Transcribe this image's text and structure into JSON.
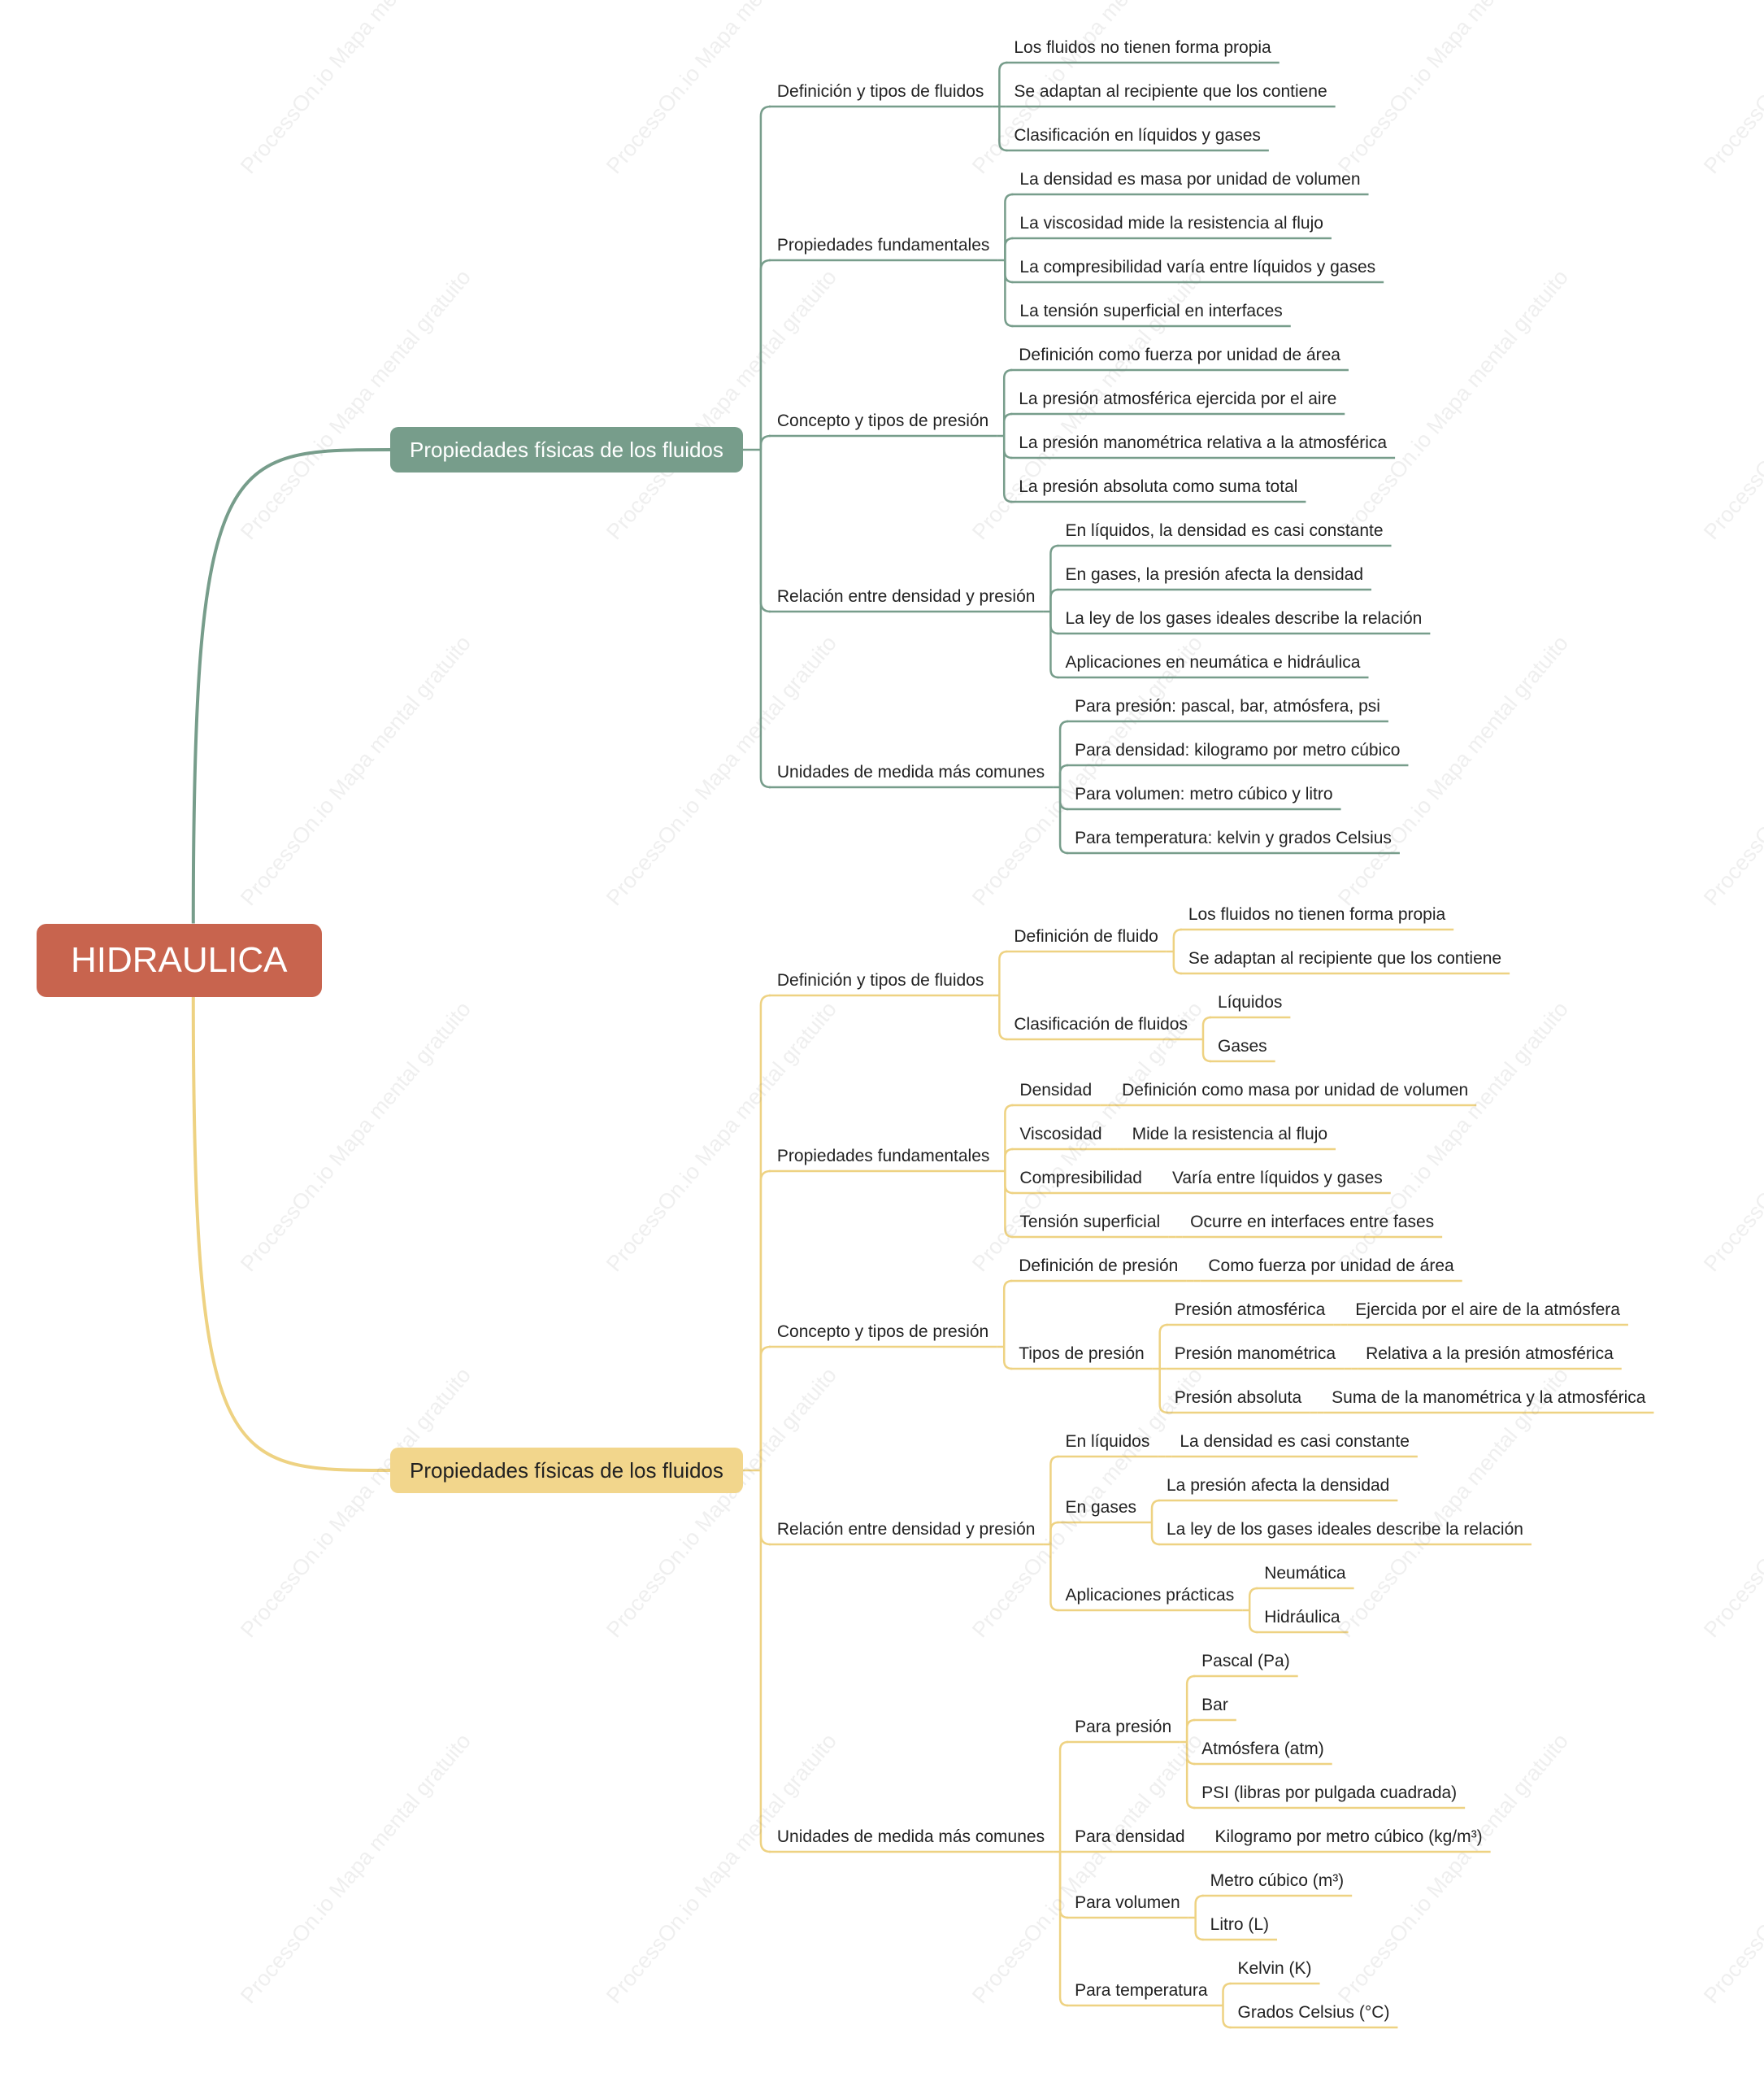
{
  "root": {
    "label": "HIDRAULICA",
    "color": "#c8644e"
  },
  "watermark": "ProcessOn.io Mapa mental gratuito",
  "branches": [
    {
      "label": "Propiedades físicas de los fluidos",
      "color": "#779d8b",
      "text_color": "#ffffff",
      "children": [
        {
          "label": "Definición y tipos de fluidos",
          "children": [
            {
              "label": "Los fluidos no tienen forma propia"
            },
            {
              "label": "Se adaptan al recipiente que los contiene"
            },
            {
              "label": "Clasificación en líquidos y gases"
            }
          ]
        },
        {
          "label": "Propiedades fundamentales",
          "children": [
            {
              "label": "La densidad es masa por unidad de volumen"
            },
            {
              "label": "La viscosidad mide la resistencia al flujo"
            },
            {
              "label": "La compresibilidad varía entre líquidos y gases"
            },
            {
              "label": "La tensión superficial en interfaces"
            }
          ]
        },
        {
          "label": "Concepto y tipos de presión",
          "children": [
            {
              "label": "Definición como fuerza por unidad de área"
            },
            {
              "label": "La presión atmosférica ejercida por el aire"
            },
            {
              "label": "La presión manométrica relativa a la atmosférica"
            },
            {
              "label": "La presión absoluta como suma total"
            }
          ]
        },
        {
          "label": "Relación entre densidad y presión",
          "children": [
            {
              "label": "En líquidos, la densidad es casi constante"
            },
            {
              "label": "En gases, la presión afecta la densidad"
            },
            {
              "label": "La ley de los gases ideales describe la relación"
            },
            {
              "label": "Aplicaciones en neumática e hidráulica"
            }
          ]
        },
        {
          "label": "Unidades de medida más comunes",
          "children": [
            {
              "label": "Para presión: pascal, bar, atmósfera, psi"
            },
            {
              "label": "Para densidad: kilogramo por metro cúbico"
            },
            {
              "label": "Para volumen: metro cúbico y litro"
            },
            {
              "label": "Para temperatura: kelvin y grados Celsius"
            }
          ]
        }
      ]
    },
    {
      "label": "Propiedades físicas de los fluidos",
      "color": "#f2d68c",
      "line_color": "#eed282",
      "text_color": "#222222",
      "children": [
        {
          "label": "Definición y tipos de fluidos",
          "children": [
            {
              "label": "Definición de fluido",
              "children": [
                {
                  "label": "Los fluidos no tienen forma propia"
                },
                {
                  "label": "Se adaptan al recipiente que los contiene"
                }
              ]
            },
            {
              "label": "Clasificación de fluidos",
              "children": [
                {
                  "label": "Líquidos"
                },
                {
                  "label": "Gases"
                }
              ]
            }
          ]
        },
        {
          "label": "Propiedades fundamentales",
          "children": [
            {
              "label": "Densidad",
              "children": [
                {
                  "label": "Definición como masa por unidad de volumen"
                }
              ]
            },
            {
              "label": "Viscosidad",
              "children": [
                {
                  "label": "Mide la resistencia al flujo"
                }
              ]
            },
            {
              "label": "Compresibilidad",
              "children": [
                {
                  "label": "Varía entre líquidos y gases"
                }
              ]
            },
            {
              "label": "Tensión superficial",
              "children": [
                {
                  "label": "Ocurre en interfaces entre fases"
                }
              ]
            }
          ]
        },
        {
          "label": "Concepto y tipos de presión",
          "children": [
            {
              "label": "Definición de presión",
              "children": [
                {
                  "label": "Como fuerza por unidad de área"
                }
              ]
            },
            {
              "label": "Tipos de presión",
              "children": [
                {
                  "label": "Presión atmosférica",
                  "children": [
                    {
                      "label": "Ejercida por el aire de la atmósfera"
                    }
                  ]
                },
                {
                  "label": "Presión manométrica",
                  "children": [
                    {
                      "label": "Relativa a la presión atmosférica"
                    }
                  ]
                },
                {
                  "label": "Presión absoluta",
                  "children": [
                    {
                      "label": "Suma de la manométrica y la atmosférica"
                    }
                  ]
                }
              ]
            }
          ]
        },
        {
          "label": "Relación entre densidad y presión",
          "children": [
            {
              "label": "En líquidos",
              "children": [
                {
                  "label": "La densidad es casi constante"
                }
              ]
            },
            {
              "label": "En gases",
              "children": [
                {
                  "label": "La presión afecta la densidad"
                },
                {
                  "label": "La ley de los gases ideales describe la relación"
                }
              ]
            },
            {
              "label": "Aplicaciones prácticas",
              "children": [
                {
                  "label": "Neumática"
                },
                {
                  "label": "Hidráulica"
                }
              ]
            }
          ]
        },
        {
          "label": "Unidades de medida más comunes",
          "children": [
            {
              "label": "Para presión",
              "children": [
                {
                  "label": "Pascal (Pa)"
                },
                {
                  "label": "Bar"
                },
                {
                  "label": "Atmósfera (atm)"
                },
                {
                  "label": "PSI (libras por pulgada cuadrada)"
                }
              ]
            },
            {
              "label": "Para densidad",
              "children": [
                {
                  "label": "Kilogramo por metro cúbico (kg/m³)"
                }
              ]
            },
            {
              "label": "Para volumen",
              "children": [
                {
                  "label": "Metro cúbico (m³)"
                },
                {
                  "label": "Litro (L)"
                }
              ]
            },
            {
              "label": "Para temperatura",
              "children": [
                {
                  "label": "Kelvin (K)"
                },
                {
                  "label": "Grados Celsius (°C)"
                }
              ]
            }
          ]
        }
      ]
    }
  ]
}
